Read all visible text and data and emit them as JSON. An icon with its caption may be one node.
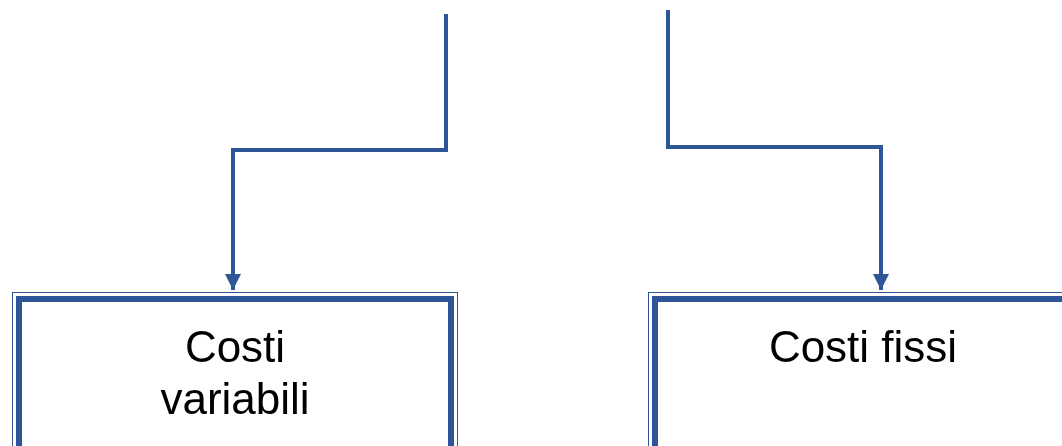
{
  "diagram": {
    "nodes": [
      {
        "text": [
          "Costi variabili"
        ]
      },
      {
        "text": [
          "Costi fissi"
        ]
      }
    ],
    "edges": [
      {
        "from": null,
        "to": 0,
        "arrow": "to"
      },
      {
        "from": null,
        "to": 1,
        "arrow": "to"
      }
    ]
  }
}
